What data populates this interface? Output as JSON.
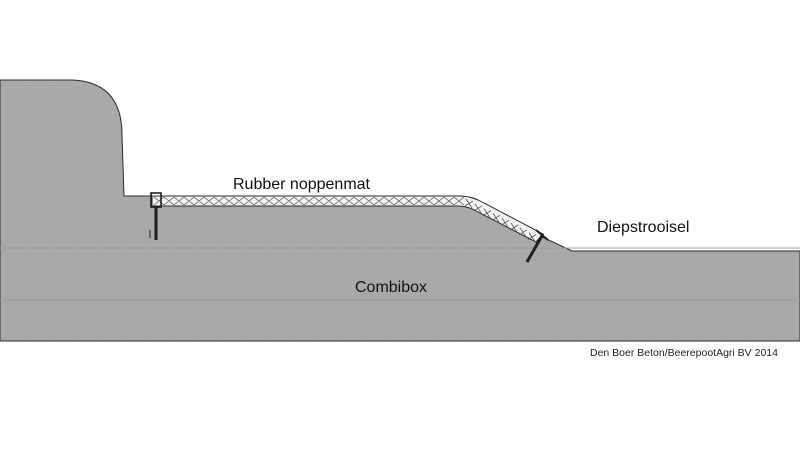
{
  "labels": {
    "mat": "Rubber noppenmat",
    "deep_litter": "Diepstrooisel",
    "box": "Combibox",
    "credit": "Den Boer Beton/BeerepootAgri BV 2014"
  },
  "colors": {
    "concrete": "#a9a9a9",
    "concrete_shadow": "#8f8f8f",
    "outline": "#2a2a2a",
    "mat_fill": "#f2f2f2",
    "mat_hatch": "#555555",
    "anchor": "#1e1e1e"
  }
}
